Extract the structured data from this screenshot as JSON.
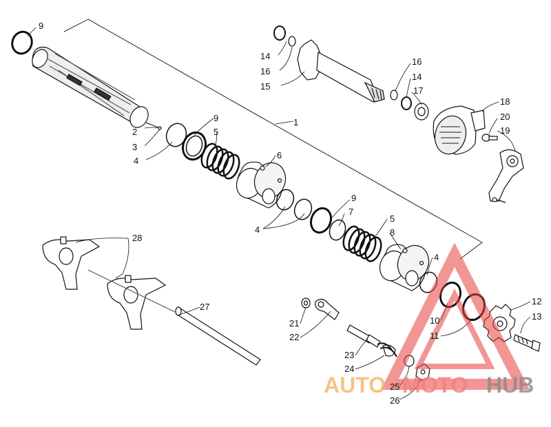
{
  "diagram": {
    "callouts": [
      {
        "id": "c9a",
        "text": "9"
      },
      {
        "id": "c2",
        "text": "2"
      },
      {
        "id": "c3",
        "text": "3"
      },
      {
        "id": "c4a",
        "text": "4"
      },
      {
        "id": "c9b",
        "text": "9"
      },
      {
        "id": "c5a",
        "text": "5"
      },
      {
        "id": "c1",
        "text": "1"
      },
      {
        "id": "c6",
        "text": "6"
      },
      {
        "id": "c14a",
        "text": "14"
      },
      {
        "id": "c16a",
        "text": "16"
      },
      {
        "id": "c15",
        "text": "15"
      },
      {
        "id": "c16b",
        "text": "16"
      },
      {
        "id": "c14b",
        "text": "14"
      },
      {
        "id": "c17",
        "text": "17"
      },
      {
        "id": "c18",
        "text": "18"
      },
      {
        "id": "c20",
        "text": "20"
      },
      {
        "id": "c19",
        "text": "19"
      },
      {
        "id": "c9c",
        "text": "9"
      },
      {
        "id": "c7",
        "text": "7"
      },
      {
        "id": "c4b",
        "text": "4"
      },
      {
        "id": "c5b",
        "text": "5"
      },
      {
        "id": "c8",
        "text": "8"
      },
      {
        "id": "c4c",
        "text": "4"
      },
      {
        "id": "c28",
        "text": "28"
      },
      {
        "id": "c27",
        "text": "27"
      },
      {
        "id": "c21",
        "text": "21"
      },
      {
        "id": "c22",
        "text": "22"
      },
      {
        "id": "c23",
        "text": "23"
      },
      {
        "id": "c24",
        "text": "24"
      },
      {
        "id": "c10",
        "text": "10"
      },
      {
        "id": "c11",
        "text": "11"
      },
      {
        "id": "c12",
        "text": "12"
      },
      {
        "id": "c13",
        "text": "13"
      },
      {
        "id": "c25",
        "text": "25"
      },
      {
        "id": "c26",
        "text": "26"
      }
    ]
  },
  "watermark": {
    "part1": "AUTO",
    "part2": "MOTO",
    "part3": "HUB",
    "color_orange": "#f6b26b",
    "color_red": "#f08080",
    "color_gray": "#8a8a8a"
  }
}
